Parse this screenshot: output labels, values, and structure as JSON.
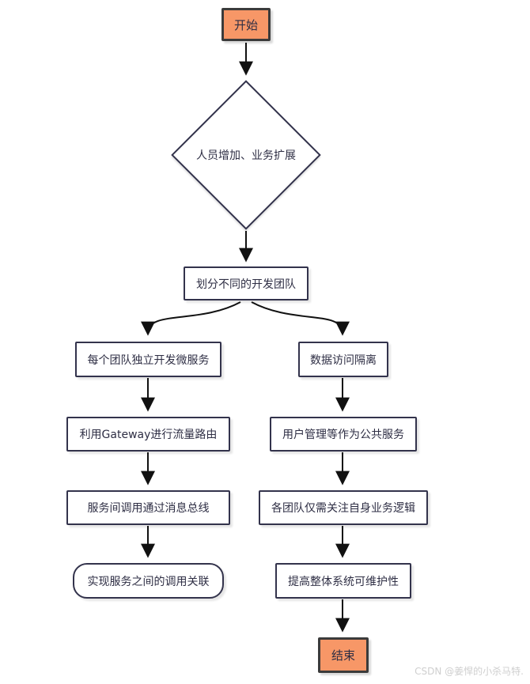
{
  "diagram": {
    "nodes": {
      "start": "开始",
      "decision": "人员增加、业务扩展",
      "divide": "划分不同的开发团队",
      "left": [
        "每个团队独立开发微服务",
        "利用Gateway进行流量路由",
        "服务间调用通过消息总线",
        "实现服务之间的调用关联"
      ],
      "right": [
        "数据访问隔离",
        "用户管理等作为公共服务",
        "各团队仅需关注自身业务逻辑",
        "提高整体系统可维护性"
      ],
      "end": "结束"
    },
    "colors": {
      "terminal_fill": "#f79767",
      "terminal_border": "#3b3b3b",
      "node_border": "#33334c",
      "node_text": "#2e2e44",
      "arrow": "#111111",
      "watermark_text": "#cfcfcf"
    },
    "watermark": "CSDN @姜悍的小杀马特."
  }
}
